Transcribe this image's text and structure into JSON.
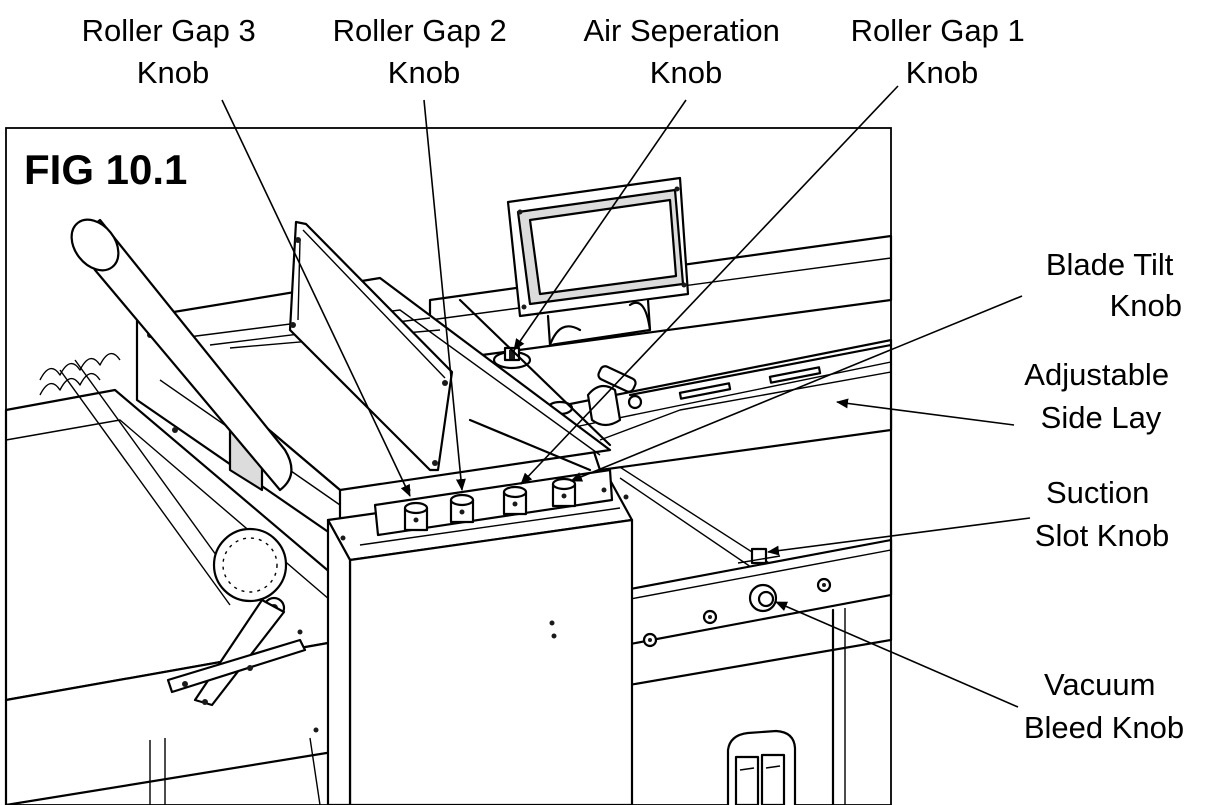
{
  "figure": {
    "title": "FIG 10.1"
  },
  "callouts": [
    {
      "id": "roller-gap-3",
      "lines": [
        "Roller Gap 3",
        "Knob"
      ]
    },
    {
      "id": "roller-gap-2",
      "lines": [
        "Roller Gap 2",
        "Knob"
      ]
    },
    {
      "id": "air-separation",
      "lines": [
        "Air Seperation",
        "Knob"
      ]
    },
    {
      "id": "roller-gap-1",
      "lines": [
        "Roller Gap 1",
        "Knob"
      ]
    },
    {
      "id": "blade-tilt",
      "lines": [
        "Blade Tilt",
        "Knob"
      ]
    },
    {
      "id": "adjustable-side-lay",
      "lines": [
        "Adjustable",
        "Side Lay"
      ]
    },
    {
      "id": "suction-slot",
      "lines": [
        "Suction",
        "Slot Knob"
      ]
    },
    {
      "id": "vacuum-bleed",
      "lines": [
        "Vacuum",
        "Bleed Knob"
      ]
    }
  ]
}
